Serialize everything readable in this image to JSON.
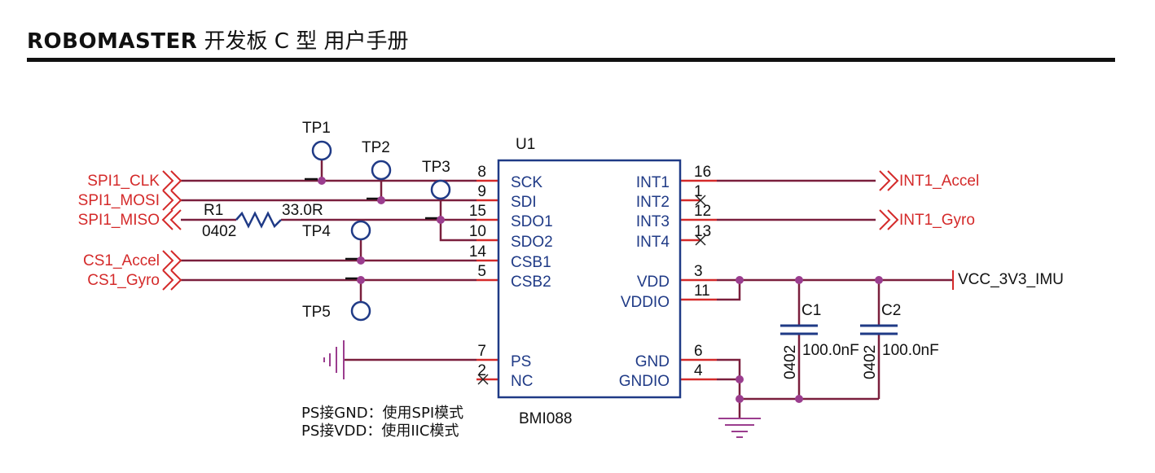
{
  "header": {
    "brand": "ROBOMASTER",
    "title_rest": " 开发板 C 型  用户手册"
  },
  "chip": {
    "ref": "U1",
    "part": "BMI088",
    "left_pins": [
      {
        "num": "8",
        "name": "SCK"
      },
      {
        "num": "9",
        "name": "SDI"
      },
      {
        "num": "15",
        "name": "SDO1"
      },
      {
        "num": "10",
        "name": "SDO2"
      },
      {
        "num": "14",
        "name": "CSB1"
      },
      {
        "num": "5",
        "name": "CSB2"
      },
      {
        "num": "7",
        "name": "PS"
      },
      {
        "num": "2",
        "name": "NC"
      }
    ],
    "right_pins": [
      {
        "num": "16",
        "name": "INT1"
      },
      {
        "num": "1",
        "name": "INT2"
      },
      {
        "num": "12",
        "name": "INT3"
      },
      {
        "num": "13",
        "name": "INT4"
      },
      {
        "num": "3",
        "name": "VDD"
      },
      {
        "num": "11",
        "name": "VDDIO"
      },
      {
        "num": "6",
        "name": "GND"
      },
      {
        "num": "4",
        "name": "GNDIO"
      }
    ]
  },
  "nets": {
    "spi_clk": "SPI1_CLK",
    "spi_mosi": "SPI1_MOSI",
    "spi_miso": "SPI1_MISO",
    "cs_accel": "CS1_Accel",
    "cs_gyro": "CS1_Gyro",
    "int_accel": "INT1_Accel",
    "int_gyro": "INT1_Gyro",
    "vcc": "VCC_3V3_IMU"
  },
  "test_points": [
    "TP1",
    "TP2",
    "TP3",
    "TP4",
    "TP5"
  ],
  "resistor": {
    "ref": "R1",
    "package": "0402",
    "value": "33.0R"
  },
  "capacitors": [
    {
      "ref": "C1",
      "package": "0402",
      "value": "100.0nF"
    },
    {
      "ref": "C2",
      "package": "0402",
      "value": "100.0nF"
    }
  ],
  "notes": [
    "PS接GND：使用SPI模式",
    "PS接VDD：使用IIC模式"
  ],
  "colors": {
    "wire": "#7a1f3d",
    "net_label": "#d42a2a",
    "chip": "#1f3a86",
    "junction": "#9b3d8e",
    "pin_lead": "#d42a2a"
  }
}
